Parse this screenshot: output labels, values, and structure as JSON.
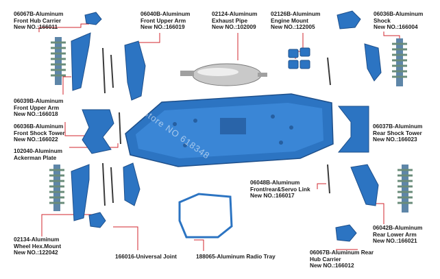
{
  "colors": {
    "line": "#d2262e",
    "part": "#2c74c2",
    "part_dark": "#1e4f8a",
    "shock": "#5e86a8",
    "pipe": "#c4c4c4"
  },
  "watermark": [
    "Store NO 618348"
  ],
  "labels": {
    "a": [
      "06067B-Aluminum",
      "Front Hub Carrier",
      "New NO.:166011"
    ],
    "b": [
      "06040B-Aluminum",
      "Front Upper Arm",
      "New NO.:166019"
    ],
    "c": [
      "02124-Aluminum",
      "Exhaust Pipe",
      "New NO.:102009"
    ],
    "d": [
      "02126B-Aluminum",
      "Engine Mount",
      "New NO.:122005"
    ],
    "e": [
      "06036B-Aluminum",
      "Shock",
      "New NO.:166004"
    ],
    "f": [
      "06039B-Aluminum",
      "Front Upper Arm",
      "New NO.:166018"
    ],
    "g": [
      "06036B-Aluminum",
      "Front Shock Tower",
      "New NO.:166022"
    ],
    "h": [
      "102040-Aluminum",
      "Ackerman Plate"
    ],
    "i": [
      "06037B-Aluminum",
      "Rear Shock Tower",
      "New NO.:166023"
    ],
    "j": [
      "06048B-Aluminum",
      "Front/rear&Servo Link",
      "New NO.:166017"
    ],
    "k": [
      "06042B-Aluminum",
      "Rear Lower Arm",
      "New NO.:166021"
    ],
    "l": [
      "02134-Aluminum",
      "Wheel Hex.Mount",
      "New NO.:122042"
    ],
    "m": [
      "166016-Universal Joint"
    ],
    "n": [
      "188065-Aluminum Radio Tray"
    ],
    "o": [
      "06067B-Aluminum Rear",
      "Hub Carrier",
      "New NO.:166012"
    ]
  }
}
